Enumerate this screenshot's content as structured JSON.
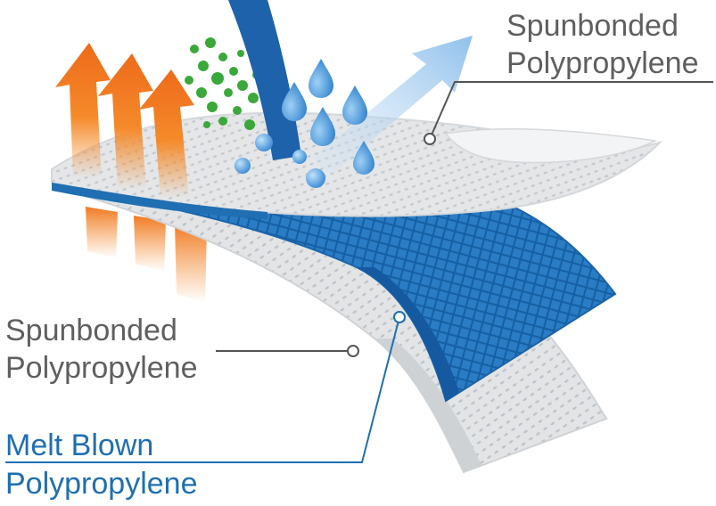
{
  "labels": {
    "top": {
      "line1": "Spunbonded",
      "line2": "Polypropylene"
    },
    "middle": {
      "line1": "Spunbonded",
      "line2": "Polypropylene"
    },
    "bottom": {
      "line1": "Melt Blown",
      "line2": "Polypropylene"
    }
  },
  "colors": {
    "label_gray": "#5f5f5f",
    "label_blue": "#1f6fb2",
    "layer_white": "#e9ebec",
    "layer_blue": "#1f6fb2",
    "heat_orange": "#f07a22",
    "droplet_blue": "#3b8fd6",
    "particle_green": "#3aa83a"
  },
  "icons": [
    "heat-arrow-icon",
    "water-droplet-icon",
    "particle-icon",
    "airflow-arrow-icon"
  ]
}
